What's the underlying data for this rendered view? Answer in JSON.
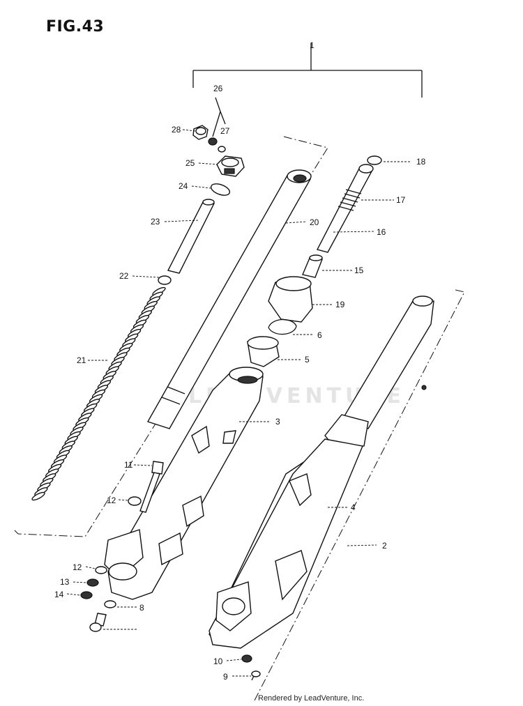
{
  "figure_title": "FIG.43",
  "credit": "Rendered by LeadVenture, Inc.",
  "watermark": "LEADVENTURE",
  "callouts": [
    {
      "id": "1",
      "label": "1"
    },
    {
      "id": "2",
      "label": "2"
    },
    {
      "id": "3",
      "label": "3"
    },
    {
      "id": "4",
      "label": "4"
    },
    {
      "id": "5",
      "label": "5"
    },
    {
      "id": "6",
      "label": "6"
    },
    {
      "id": "8",
      "label": "8"
    },
    {
      "id": "9",
      "label": "9"
    },
    {
      "id": "10",
      "label": "10"
    },
    {
      "id": "11",
      "label": "11"
    },
    {
      "id": "12a",
      "label": "12"
    },
    {
      "id": "12b",
      "label": "12"
    },
    {
      "id": "13",
      "label": "13"
    },
    {
      "id": "14",
      "label": "14"
    },
    {
      "id": "15",
      "label": "15"
    },
    {
      "id": "16",
      "label": "16"
    },
    {
      "id": "17",
      "label": "17"
    },
    {
      "id": "18",
      "label": "18"
    },
    {
      "id": "19",
      "label": "19"
    },
    {
      "id": "20",
      "label": "20"
    },
    {
      "id": "21",
      "label": "21"
    },
    {
      "id": "22",
      "label": "22"
    },
    {
      "id": "23",
      "label": "23"
    },
    {
      "id": "24",
      "label": "24"
    },
    {
      "id": "25",
      "label": "25"
    },
    {
      "id": "26",
      "label": "26"
    },
    {
      "id": "27",
      "label": "27"
    },
    {
      "id": "28",
      "label": "28"
    }
  ]
}
